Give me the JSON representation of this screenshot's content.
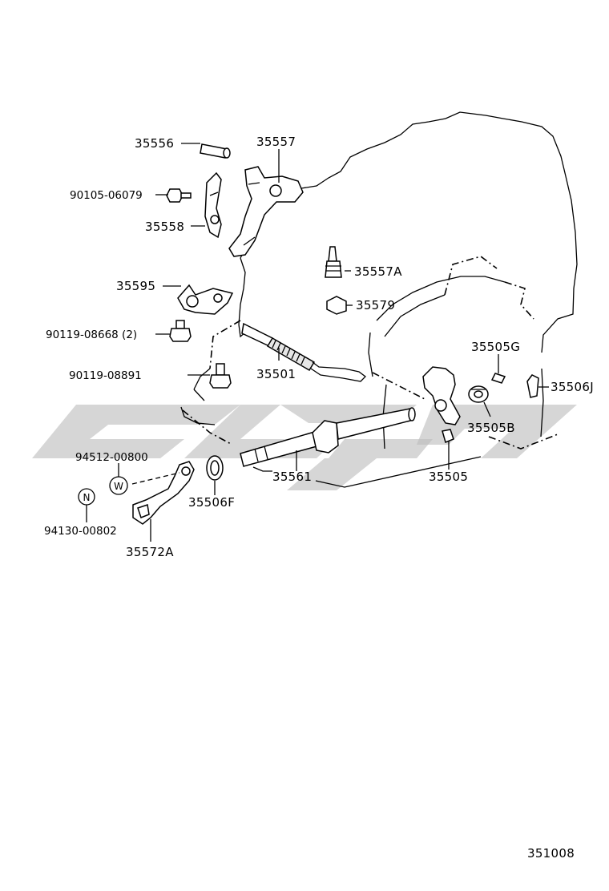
{
  "diagram": {
    "diagram_id": "351008",
    "callouts": {
      "p35556": "35556",
      "p35557": "35557",
      "p90105": "90105-06079",
      "p35558": "35558",
      "p35557A": "35557A",
      "p35595": "35595",
      "p35579": "35579",
      "p90119a": "90119-08668 (2)",
      "p35501": "35501",
      "p90119b": "90119-08891",
      "p35505G": "35505G",
      "p35506J": "35506J",
      "p35505B": "35505B",
      "p94512": "94512-00800",
      "p35561": "35561",
      "p35505": "35505",
      "p35506F": "35506F",
      "p94130": "94130-00802",
      "p35572A": "35572A"
    },
    "symbols": {
      "washer_mark": "W",
      "nut_mark": "N"
    }
  }
}
